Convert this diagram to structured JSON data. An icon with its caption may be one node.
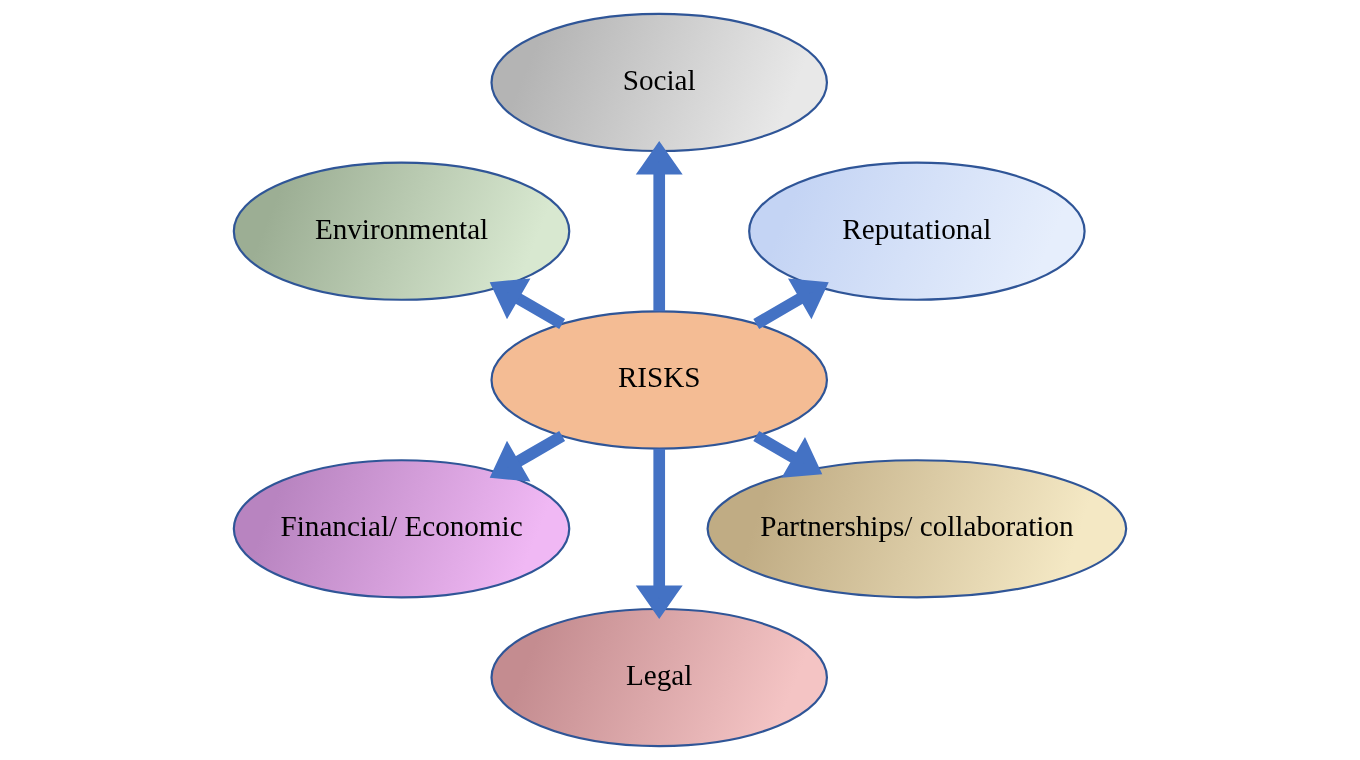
{
  "diagram": {
    "nodes": [
      {
        "text": [
          "Reputational"
        ]
      },
      {
        "text": [
          "Social"
        ]
      },
      {
        "text": [
          "Environmental"
        ]
      },
      {
        "text": [
          "RISKS"
        ]
      },
      {
        "text": [
          "Financial/ Economic"
        ]
      },
      {
        "text": [
          "Legal"
        ]
      },
      {
        "text": [
          "Partnerships/ collaboration"
        ]
      }
    ],
    "edges": [
      {
        "from": 3,
        "to": 0,
        "arrow": "to"
      },
      {
        "from": 3,
        "to": 2,
        "arrow": "to"
      },
      {
        "from": 3,
        "to": 5,
        "arrow": "to"
      },
      {
        "from": 3,
        "to": 6,
        "arrow": "to"
      },
      {
        "from": 3,
        "to": 4,
        "arrow": "to"
      },
      {
        "from": 3,
        "to": 1,
        "arrow": "to"
      }
    ]
  }
}
